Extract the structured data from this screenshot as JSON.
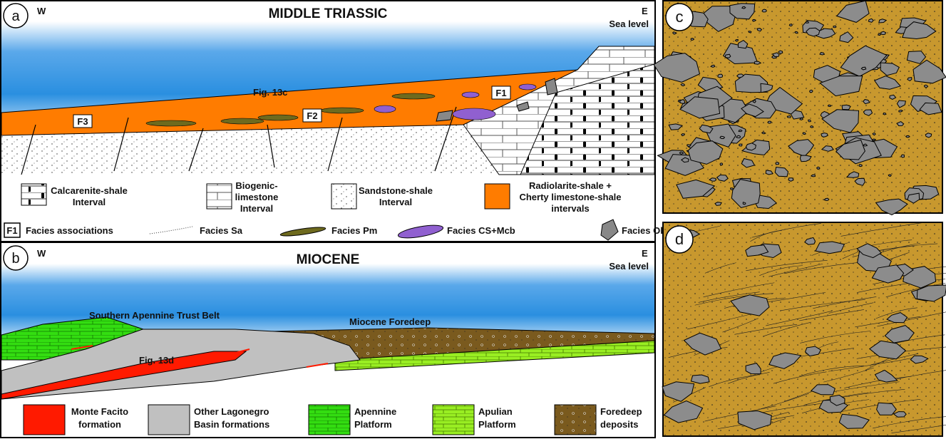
{
  "panel_a": {
    "letter": "a",
    "west": "W",
    "east": "E",
    "sea_level": "Sea level",
    "title": "MIDDLE TRIASSIC",
    "fig_ref": "Fig. 13c",
    "facies_labels": [
      "F1",
      "F2",
      "F3"
    ],
    "legend_row1": [
      {
        "lines": [
          "Calcarenite-shale",
          "Interval"
        ]
      },
      {
        "lines": [
          "Biogenic-",
          "limestone",
          "Interval"
        ]
      },
      {
        "lines": [
          "Sandstone-shale",
          "Interval"
        ]
      },
      {
        "lines": [
          "Radiolarite-shale +",
          "Cherty limestone-shale",
          "intervals"
        ]
      }
    ],
    "legend_row2": {
      "box": "F1",
      "items": [
        "Facies associations",
        "Facies Sa",
        "Facies Pm",
        "Facies CS+Mcb",
        "Facies Ol"
      ]
    }
  },
  "panel_b": {
    "letter": "b",
    "west": "W",
    "east": "E",
    "sea_level": "Sea level",
    "title": "MIOCENE",
    "fig_ref": "Fig. 13d",
    "belt_label": "Southern Apennine Trust Belt",
    "foredeep_label": "Miocene Foredeep",
    "legend": [
      {
        "lines": [
          "Monte Facito",
          "formation"
        ],
        "color": "#ff1a00"
      },
      {
        "lines": [
          "Other Lagonegro",
          "Basin formations"
        ],
        "color": "#c0c0c0"
      },
      {
        "lines": [
          "Apennine",
          "Platform"
        ],
        "color": "#33dd11"
      },
      {
        "lines": [
          "Apulian",
          "Platform"
        ],
        "color": "#99ee22"
      },
      {
        "lines": [
          "Foredeep",
          "deposits"
        ],
        "color": "#7a5a1e"
      }
    ]
  },
  "panel_c": {
    "letter": "c"
  },
  "panel_d": {
    "letter": "d"
  },
  "colors": {
    "orange": "#ff7c00",
    "matrix": "#c8982e",
    "clast": "#8c8c8c",
    "sky": "#2a8fe0"
  }
}
